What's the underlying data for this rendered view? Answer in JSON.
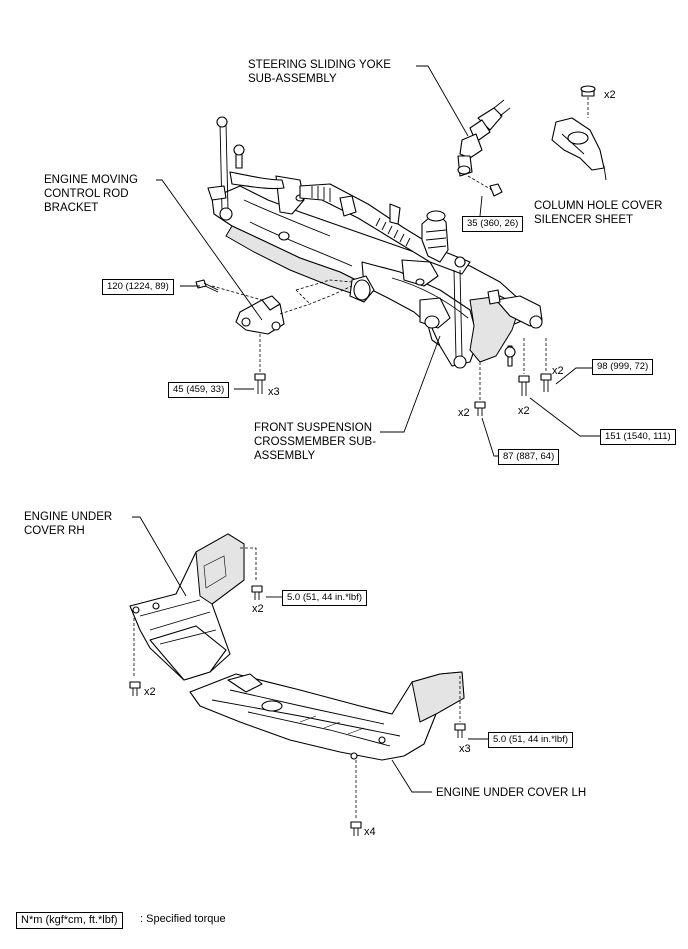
{
  "labels": {
    "steering_yoke": "STEERING SLIDING YOKE\nSUB-ASSEMBLY",
    "column_hole_cover": "COLUMN HOLE COVER\nSILENCER SHEET",
    "engine_moving_bracket": "ENGINE MOVING\nCONTROL ROD\nBRACKET",
    "front_crossmember": "FRONT SUSPENSION\nCROSSMEMBER SUB-\nASSEMBLY",
    "engine_under_cover_rh": "ENGINE UNDER\nCOVER RH",
    "engine_under_cover_lh": "ENGINE UNDER COVER LH"
  },
  "torques": {
    "t_35": "35 (360, 26)",
    "t_120": "120 (1224, 89)",
    "t_45": "45 (459, 33)",
    "t_98": "98 (999, 72)",
    "t_151": "151 (1540, 111)",
    "t_87": "87 (887, 64)",
    "t_5_upper": "5.0 (51, 44 in.*lbf)",
    "t_5_lower": "5.0 (51, 44 in.*lbf)"
  },
  "quantities": {
    "column_clip": "x2",
    "bracket_bolts": "x3",
    "lower_left_bolts": "x2",
    "lower_mid_bolts": "x2",
    "lower_right_bolts": "x2",
    "rh_cover_top": "x2",
    "rh_cover_left": "x2",
    "lh_cover_right": "x3",
    "lh_cover_bottom": "x4"
  },
  "legend": {
    "unit_label": "N*m (kgf*cm, ft.*lbf)",
    "description": ": Specified torque"
  }
}
